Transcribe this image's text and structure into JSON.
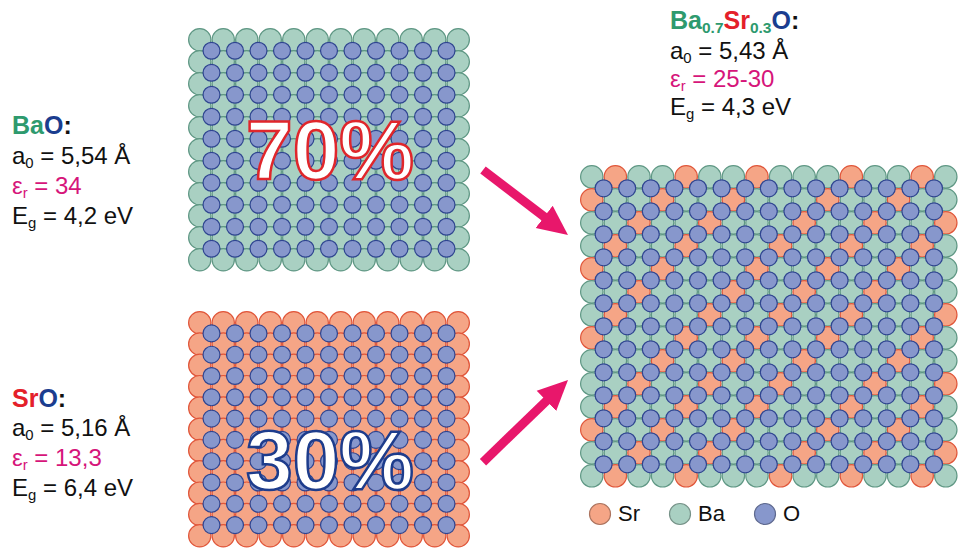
{
  "diagram": {
    "nodes": [
      {
        "text": [
          "BaO:",
          "a0 = 5,54 Å",
          "εr = 34",
          "Eg = 4,2 eV",
          "70%"
        ]
      },
      {
        "text": [
          "SrO:",
          "a0 = 5,16 Å",
          "εr = 13,3",
          "Eg = 6,4 eV",
          "30%"
        ]
      },
      {
        "text": [
          "Ba0.7Sr0.3O:",
          "a0 = 5,43 Å",
          "εr = 25-30",
          "Eg = 4,3 eV"
        ]
      }
    ],
    "edges": [
      {
        "from": 0,
        "to": 2,
        "arrow": "to"
      },
      {
        "from": 1,
        "to": 2,
        "arrow": "to"
      }
    ],
    "legend": [
      {
        "text": "Sr",
        "color": "#f5a586"
      },
      {
        "text": "Ba",
        "color": "#a9d0c2"
      },
      {
        "text": "O",
        "color": "#8797cc"
      }
    ]
  }
}
